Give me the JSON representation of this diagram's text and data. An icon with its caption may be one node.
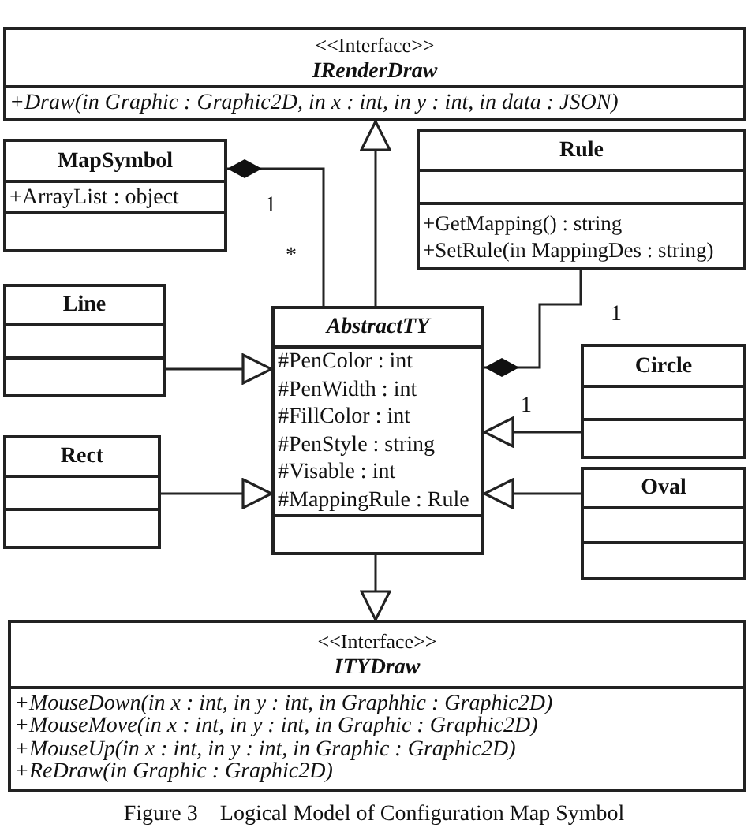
{
  "diagram": {
    "caption": "Figure 3    Logical Model of Configuration Map Symbol",
    "nodes": [
      {
        "text": [
          "<<Interface>>",
          "IRenderDraw",
          "+Draw(in Graphic : Graphic2D, in x : int, in y : int, in data : JSON)"
        ]
      },
      {
        "text": [
          "MapSymbol",
          "+ArrayList : object"
        ]
      },
      {
        "text": [
          "Rule",
          "+GetMapping() : string",
          "+SetRule(in MappingDes : string)"
        ]
      },
      {
        "text": [
          "Line"
        ]
      },
      {
        "text": [
          "AbstractTY",
          "#PenColor : int",
          "#PenWidth : int",
          "#FillColor : int",
          "#PenStyle : string",
          "#Visable : int",
          "#MappingRule : Rule"
        ]
      },
      {
        "text": [
          "Circle"
        ]
      },
      {
        "text": [
          "Rect"
        ]
      },
      {
        "text": [
          "Oval"
        ]
      },
      {
        "text": [
          "<<Interface>>",
          "ITYDraw",
          "+MouseDown(in x : int, in y : int, in Graphhic : Graphic2D)",
          "+MouseMove(in x : int, in y : int, in Graphic : Graphic2D)",
          "+MouseUp(in x : int, in y : int, in Graphic : Graphic2D)",
          "+ReDraw(in Graphic : Graphic2D)"
        ]
      }
    ],
    "edges": [
      {
        "from": 4,
        "to": 0,
        "arrow": "to"
      },
      {
        "from": 4,
        "to": 1,
        "arrow": "other"
      },
      {
        "from": 2,
        "to": 4,
        "arrow": "other"
      },
      {
        "from": 3,
        "to": 4,
        "arrow": "to"
      },
      {
        "from": 6,
        "to": 4,
        "arrow": "to"
      },
      {
        "from": 5,
        "to": 4,
        "arrow": "to"
      },
      {
        "from": 7,
        "to": 4,
        "arrow": "to"
      },
      {
        "from": 4,
        "to": 8,
        "arrow": "to"
      }
    ],
    "labels": [
      "1",
      "*",
      "1",
      "1"
    ]
  }
}
